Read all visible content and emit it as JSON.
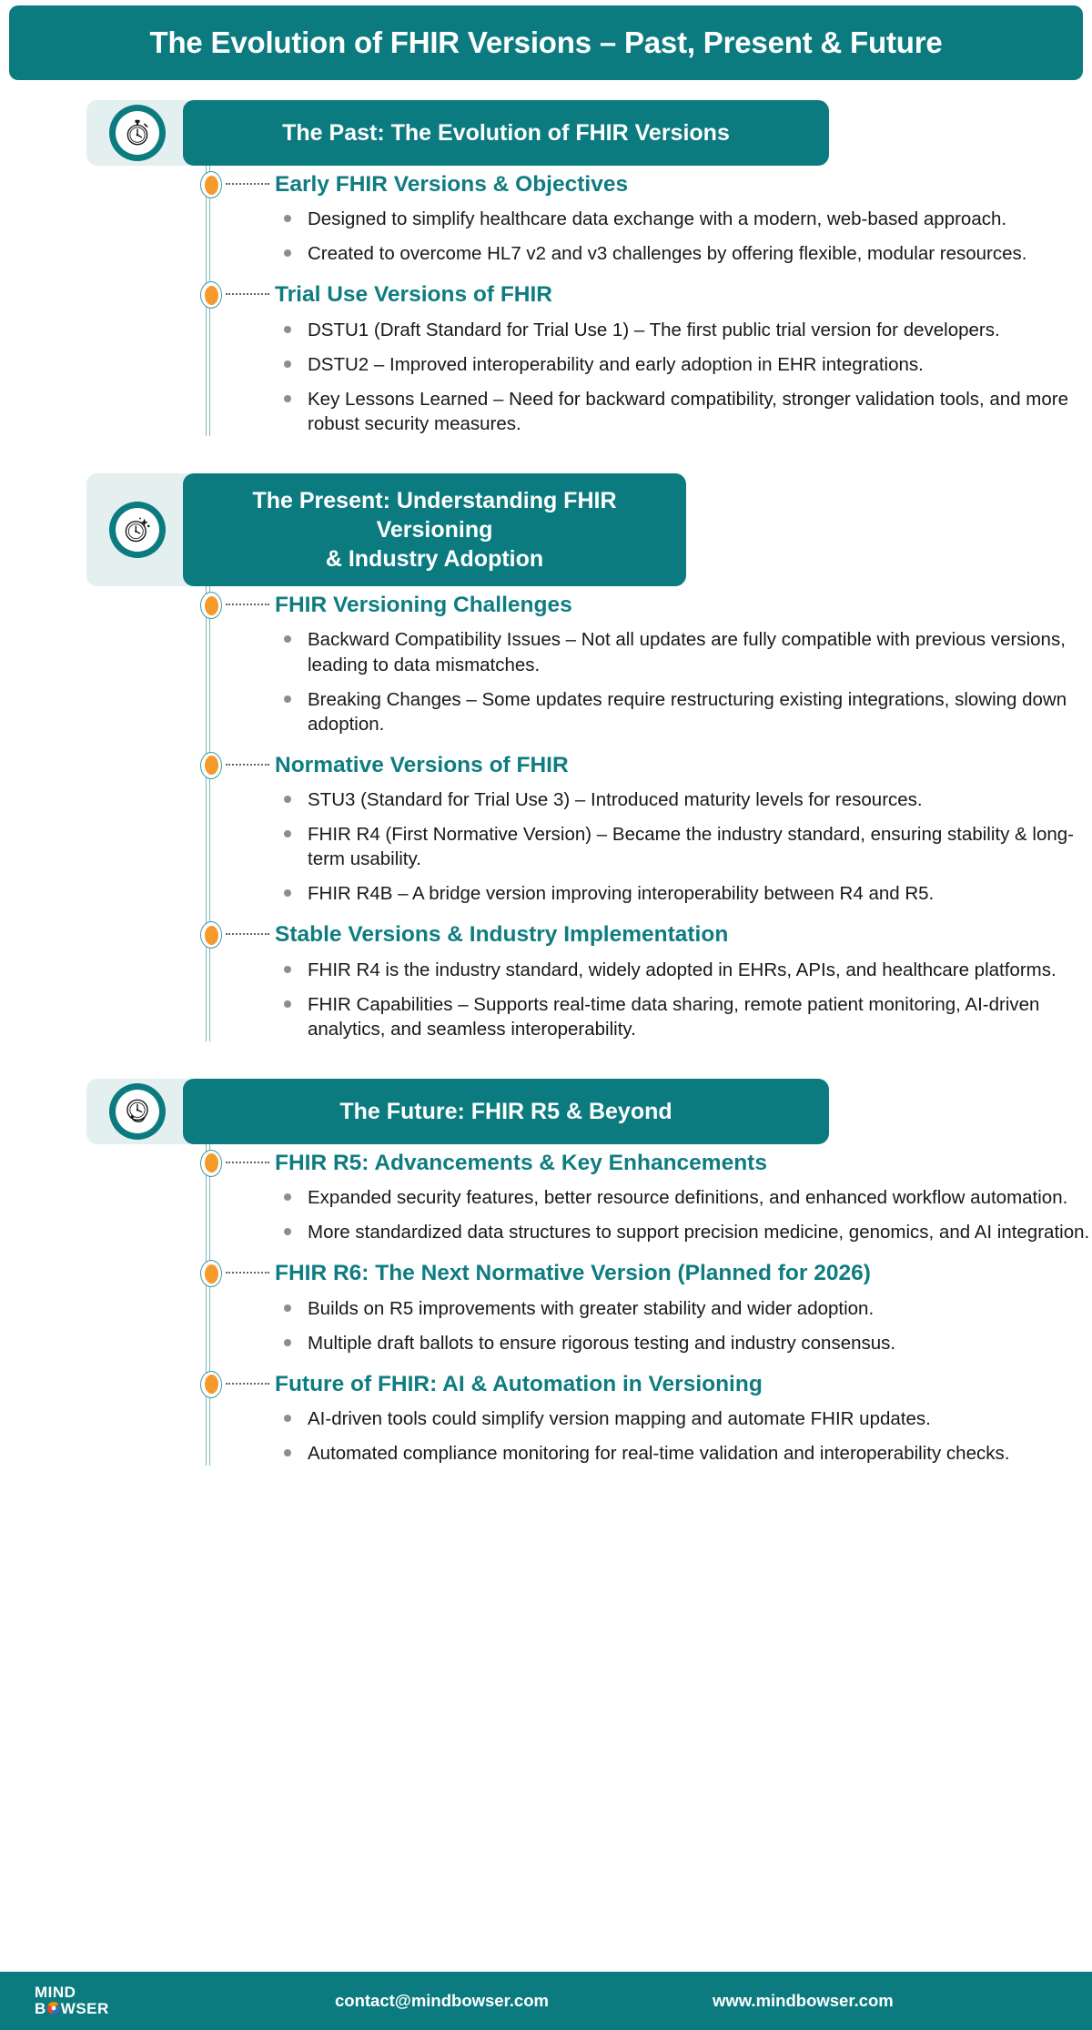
{
  "page": {
    "title": "The Evolution of FHIR Versions – Past, Present & Future",
    "brand_teal": "#0b7b80",
    "accent_orange": "#f49a2a",
    "heading_teal": "#0e7c80"
  },
  "sections": [
    {
      "icon": "stopwatch-icon",
      "title": "The Past: The Evolution of FHIR Versions",
      "subsections": [
        {
          "heading": "Early FHIR Versions & Objectives",
          "bullets": [
            "Designed to simplify healthcare data exchange with a modern, web-based approach.",
            "Created to overcome HL7 v2 and v3 challenges by offering flexible, modular resources."
          ]
        },
        {
          "heading": "Trial Use Versions of FHIR",
          "bullets": [
            "DSTU1 (Draft Standard for Trial Use 1) – The first public trial version for developers.",
            "DSTU2 – Improved interoperability and early adoption in EHR integrations.",
            "Key Lessons Learned – Need for backward compatibility, stronger validation tools, and more robust security measures."
          ]
        }
      ]
    },
    {
      "icon": "clock-sparkle-icon",
      "title": "The Present: Understanding FHIR Versioning\n& Industry Adoption",
      "subsections": [
        {
          "heading": "FHIR Versioning Challenges",
          "bullets": [
            "Backward Compatibility Issues – Not all updates are fully compatible with previous versions, leading to data mismatches.",
            "Breaking Changes – Some updates require restructuring existing integrations, slowing down adoption."
          ]
        },
        {
          "heading": "Normative Versions of FHIR",
          "bullets": [
            "STU3 (Standard for Trial Use 3) – Introduced maturity levels for resources.",
            "FHIR R4 (First Normative Version) – Became the industry standard, ensuring stability & long-term usability.",
            "FHIR R4B – A bridge version improving interoperability between R4 and R5."
          ]
        },
        {
          "heading": "Stable Versions & Industry Implementation",
          "bullets": [
            "FHIR R4 is the industry standard, widely adopted in EHRs, APIs, and healthcare platforms.",
            "FHIR Capabilities – Supports real-time data sharing, remote patient monitoring, AI-driven analytics, and seamless interoperability."
          ]
        }
      ]
    },
    {
      "icon": "clock-arrow-icon",
      "title": "The Future: FHIR R5 & Beyond",
      "subsections": [
        {
          "heading": "FHIR R5: Advancements & Key Enhancements",
          "bullets": [
            "Expanded security features, better resource definitions, and enhanced workflow automation.",
            "More standardized data structures to support precision medicine, genomics, and AI integration."
          ]
        },
        {
          "heading": "FHIR R6: The Next Normative Version (Planned for 2026)",
          "bullets": [
            "Builds on R5 improvements with greater stability and wider adoption.",
            "Multiple draft ballots to ensure rigorous testing and industry consensus."
          ]
        },
        {
          "heading": "Future of FHIR: AI & Automation in Versioning",
          "bullets": [
            "AI-driven tools could simplify version mapping and automate FHIR updates.",
            "Automated compliance monitoring for real-time validation and interoperability checks."
          ]
        }
      ]
    }
  ],
  "footer": {
    "logo_line1": "MIND",
    "logo_line2_pre": "B",
    "logo_line2_post": "WSER",
    "email": "contact@mindbowser.com",
    "website": "www.mindbowser.com"
  }
}
